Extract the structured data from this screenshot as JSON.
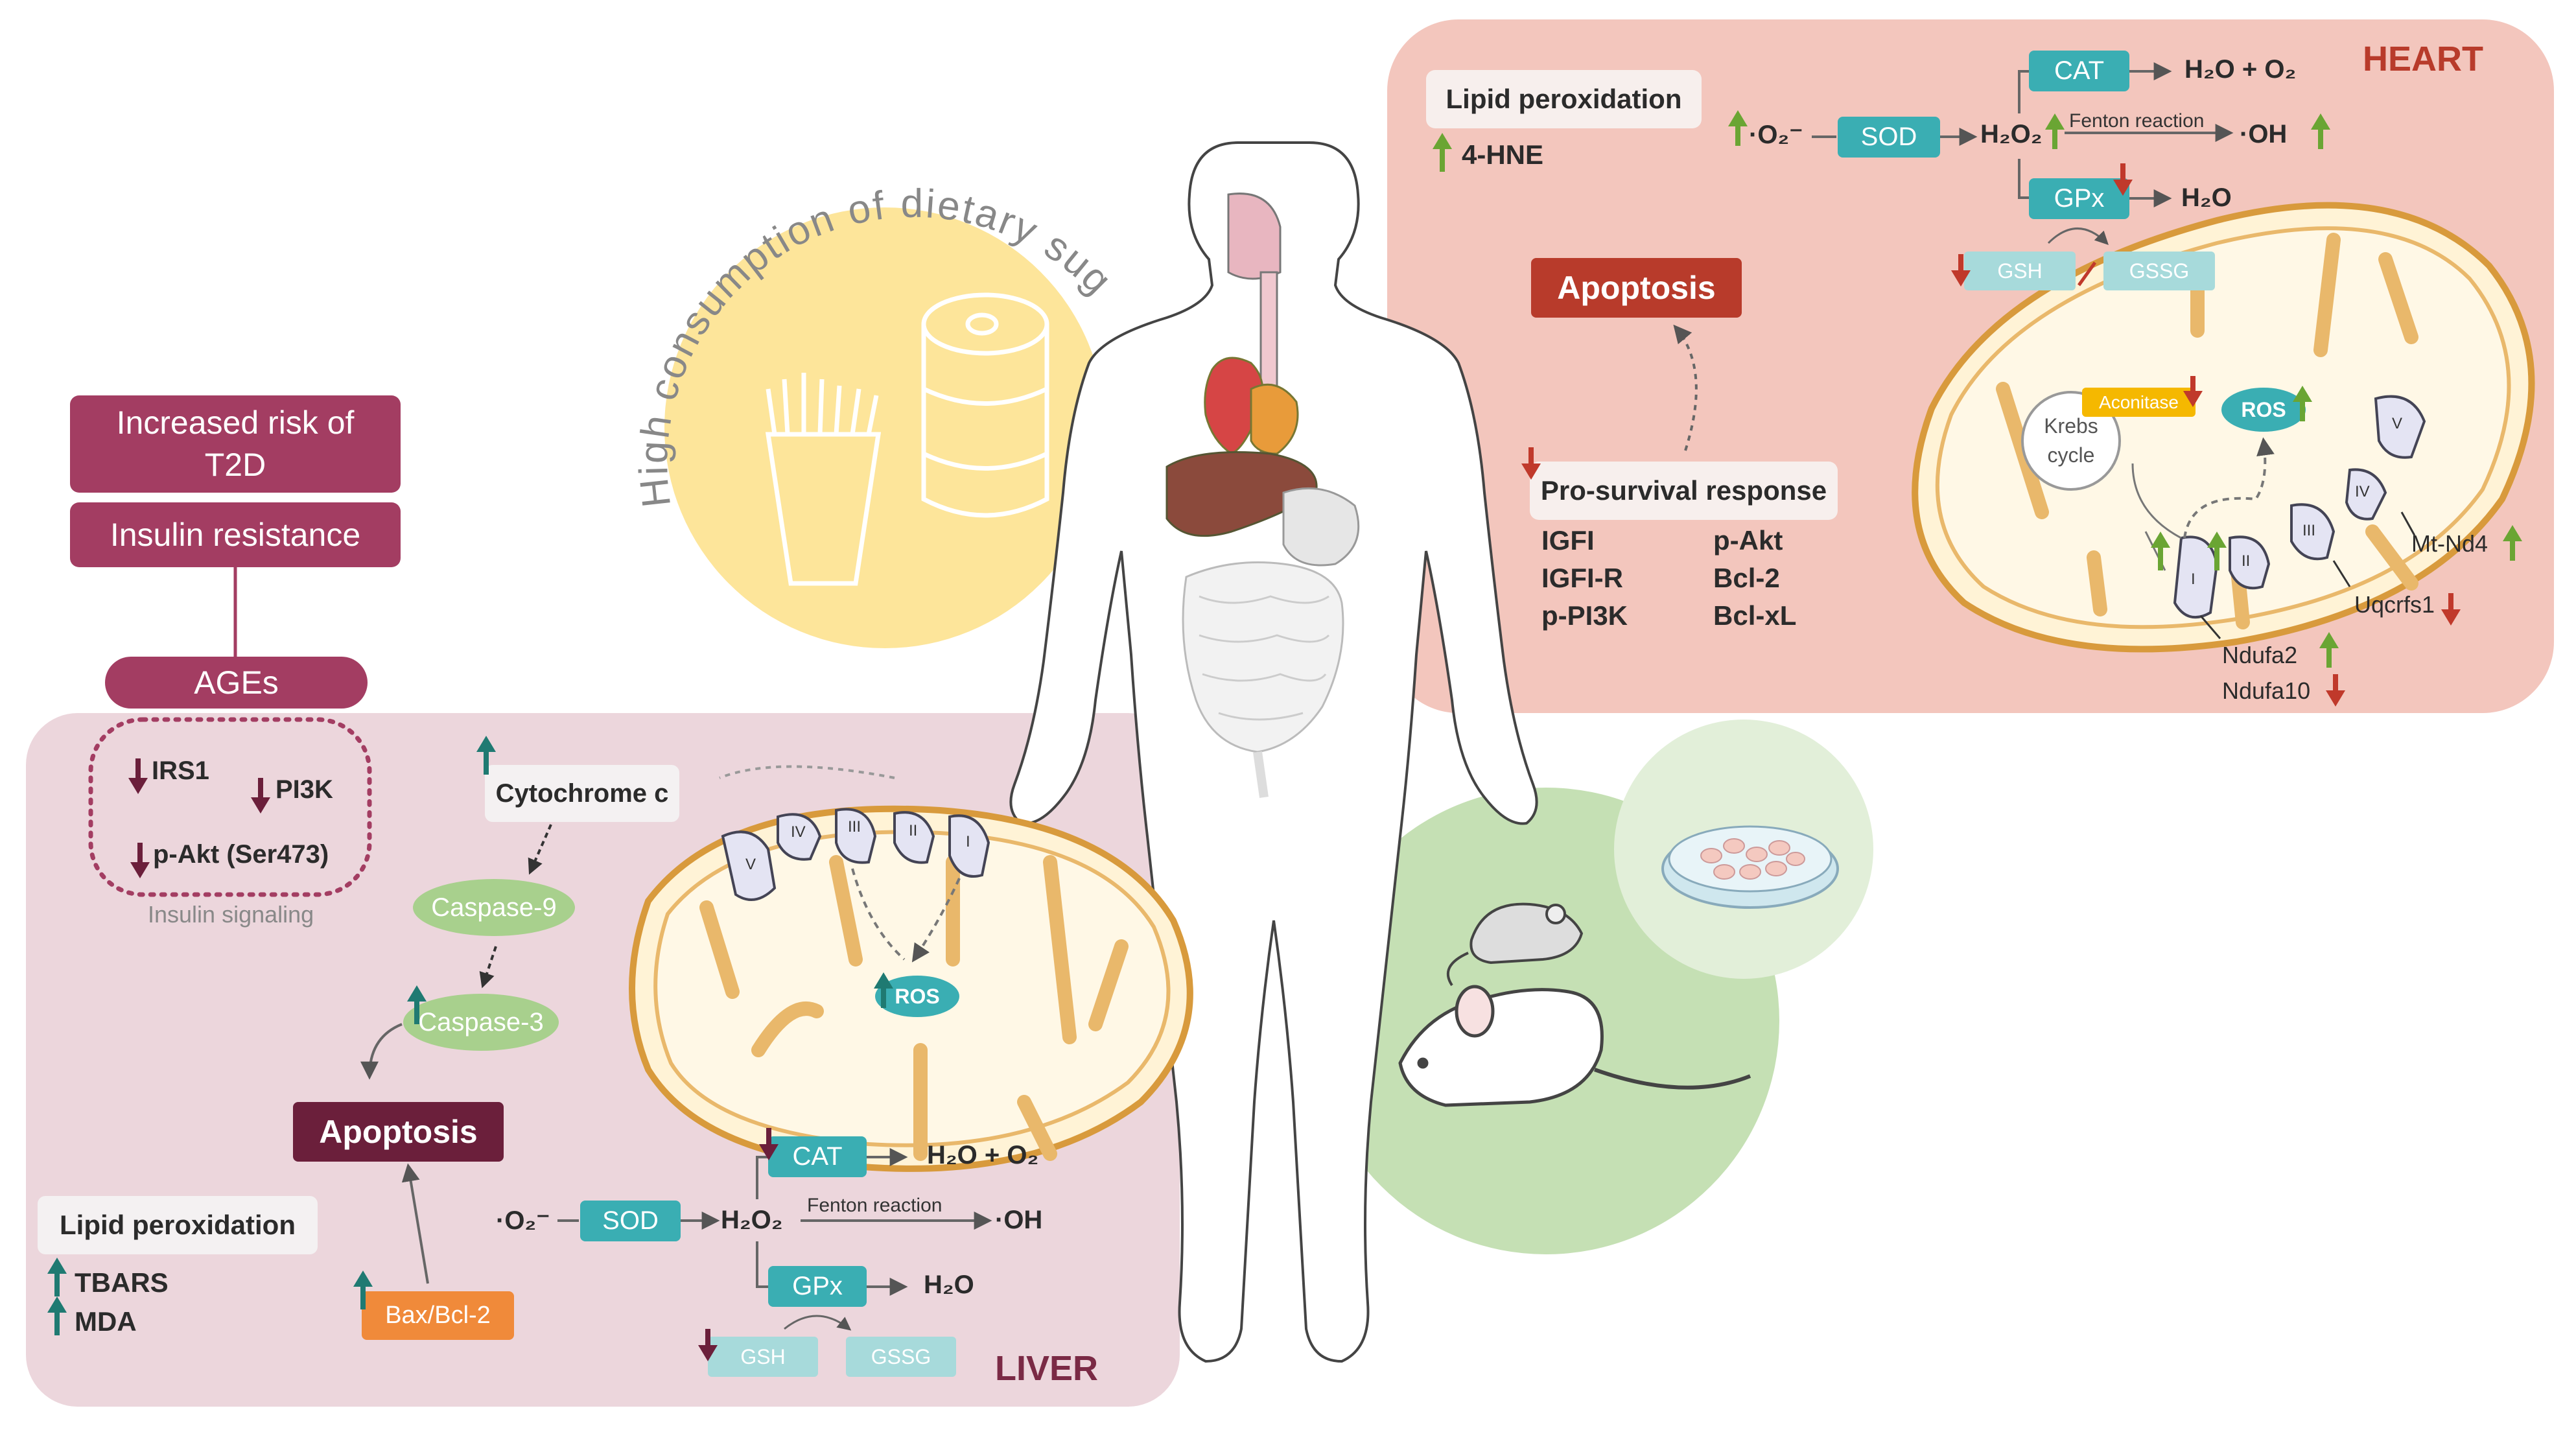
{
  "left_panel": {
    "risk_box": [
      "Increased risk of",
      "T2D"
    ],
    "insulin_resistance": "Insulin resistance",
    "ages": "AGEs",
    "insulin_signaling": {
      "irs1": "IRS1",
      "pi3k": "PI3K",
      "pakt": "p-Akt (Ser473)",
      "caption": "Insulin signaling"
    }
  },
  "liver": {
    "label": "LIVER",
    "cytochrome_c": "Cytochrome c",
    "caspase9": "Caspase-9",
    "caspase3": "Caspase-3",
    "apoptosis": "Apoptosis",
    "bax_bcl2": "Bax/Bcl-2",
    "lipid_peroxidation": "Lipid peroxidation",
    "tbars": "TBARS",
    "mda": "MDA",
    "ros": "ROS",
    "o2": "·O₂⁻",
    "sod": "SOD",
    "h2o2": "H₂O₂",
    "fenton": "Fenton reaction",
    "oh": "·OH",
    "cat": "CAT",
    "cat_product": "H₂O + O₂",
    "gpx": "GPx",
    "gpx_product": "H₂O",
    "gsh": "GSH",
    "gssg": "GSSG",
    "complexes": [
      "V",
      "IV",
      "III",
      "II",
      "I"
    ]
  },
  "center": {
    "arc_text": "High consumption of dietary sugars"
  },
  "heart": {
    "label": "HEART",
    "lipid_peroxidation": "Lipid peroxidation",
    "hne": "4-HNE",
    "apoptosis": "Apoptosis",
    "pro_survival": "Pro-survival response",
    "survival_col1": [
      "IGFI",
      "IGFI-R",
      "p-PI3K"
    ],
    "survival_col2": [
      "p-Akt",
      "Bcl-2",
      "Bcl-xL"
    ],
    "o2": "·O₂⁻",
    "sod": "SOD",
    "h2o2": "H₂O₂",
    "fenton": "Fenton reaction",
    "oh": "·OH",
    "cat": "CAT",
    "cat_product": "H₂O + O₂",
    "gpx": "GPx",
    "gpx_product": "H₂O",
    "gsh": "GSH",
    "gssg": "GSSG",
    "aconitase": "Aconitase",
    "ros": "ROS",
    "krebs": [
      "Krebs",
      "cycle"
    ],
    "complexes": [
      "I",
      "II",
      "III",
      "IV",
      "V"
    ],
    "genes": {
      "mt_nd4": "Mt-Nd4",
      "uqcrfs1": "Uqcrfs1",
      "ndufa2": "Ndufa2",
      "ndufa10": "Ndufa10"
    }
  },
  "colors": {
    "heart_panel": "#f3c6bd",
    "liver_panel": "#ecd6dc",
    "plum": "#a33d62",
    "apoptosis_heart": "#b83b2b",
    "apoptosis_liver": "#6b1f3b",
    "teal": "#3aaeb3",
    "green_oval": "#a8d08d",
    "orange": "#f08a3a",
    "up_green": "#6aa533",
    "down_red": "#c0392b",
    "up_teal": "#1f7a72",
    "down_plum": "#6b1f3b",
    "yellow_circle": "#fde59a",
    "green_circle": "#c5e0b4"
  }
}
